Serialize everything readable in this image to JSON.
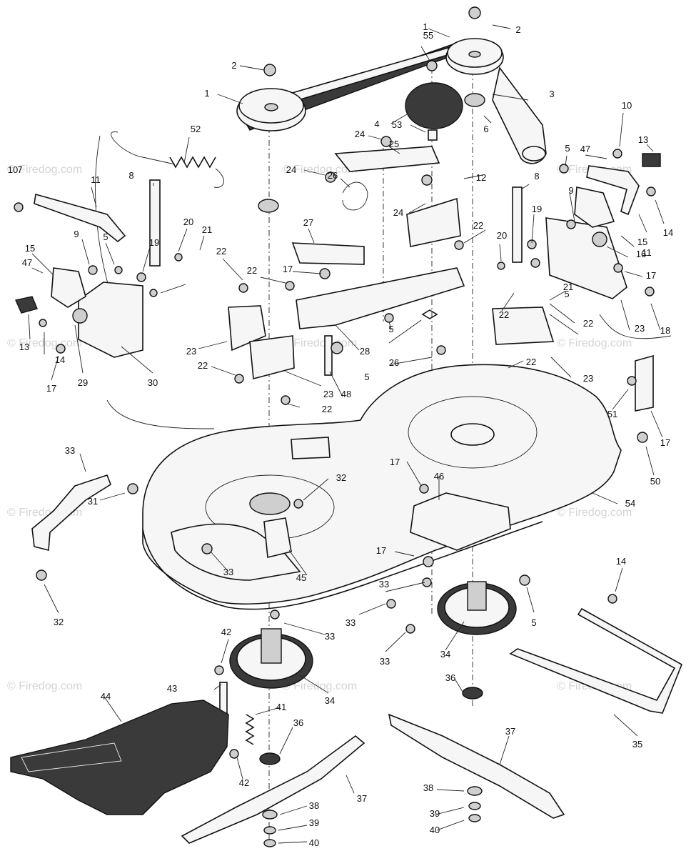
{
  "watermark": {
    "brand": "© Firedog.com",
    "color": "#d4d4d4"
  },
  "diagram": {
    "callouts": [
      "1",
      "1",
      "2",
      "2",
      "3",
      "4",
      "6",
      "55",
      "52",
      "10",
      "11",
      "8",
      "25",
      "24",
      "53",
      "26",
      "24",
      "12",
      "8",
      "19",
      "5",
      "47",
      "10",
      "13",
      "9",
      "5",
      "15",
      "47",
      "19",
      "20",
      "21",
      "22",
      "22",
      "17",
      "27",
      "24",
      "22",
      "20",
      "9",
      "15",
      "16",
      "11",
      "14",
      "17",
      "5",
      "13",
      "14",
      "17",
      "29",
      "30",
      "23",
      "22",
      "23",
      "28",
      "5",
      "26",
      "5",
      "48",
      "22",
      "23",
      "22",
      "21",
      "22",
      "22",
      "23",
      "18",
      "51",
      "17",
      "50",
      "33",
      "31",
      "32",
      "32",
      "33",
      "45",
      "17",
      "46",
      "54",
      "17",
      "33",
      "33",
      "33",
      "5",
      "14",
      "34",
      "34",
      "33",
      "42",
      "43",
      "41",
      "44",
      "36",
      "36",
      "42",
      "37",
      "37",
      "38",
      "39",
      "40",
      "38",
      "39",
      "40",
      "35",
      "7"
    ]
  }
}
